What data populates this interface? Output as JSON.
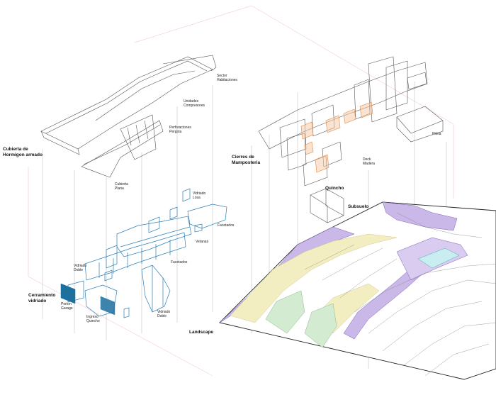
{
  "labels": {
    "cubierta_hormigon": "Cubierta de\nHormigon armado",
    "sector_habitaciones": "Sector\nHabitaciones",
    "unidades_compresores": "Unidades\nCompresores",
    "perforaciones_pergola": "Perforaciones\nPergola",
    "cubierta_plana": "Cubierta\nPlana",
    "vidriado_losa": "Vidriado\nLosa",
    "facetados_1": "Facetados",
    "vetanas": "Vetanas",
    "facetados_2": "Facetados",
    "vidriado_doble_1": "Vidriado\nDoble",
    "cerramiento_vidriado": "Cerramiento\nvidriado",
    "porton_garage": "Porton\nGarage",
    "ingreso_quincho": "Ingreso\nQuincho",
    "vidriado_doble_2": "Vidriado\nDoble",
    "cierres_mamposteria": "Cierres de\nMamposteria",
    "pileta": "Pileta",
    "deck_madera": "Deck\nMadera",
    "quincho": "Quincho",
    "subsuelo": "Subsuelo",
    "landscape": "Landscape"
  },
  "colors": {
    "line": "#555555",
    "glass": "#2b7fb8",
    "glass_fill": "#1d6f9e",
    "brick_accent": "#e8853a",
    "guide_red": "#e58a8a",
    "purple": "#c9b8e8",
    "yellow": "#f3eec2",
    "green": "#d2ebd1",
    "cyan": "#c8eef2"
  }
}
